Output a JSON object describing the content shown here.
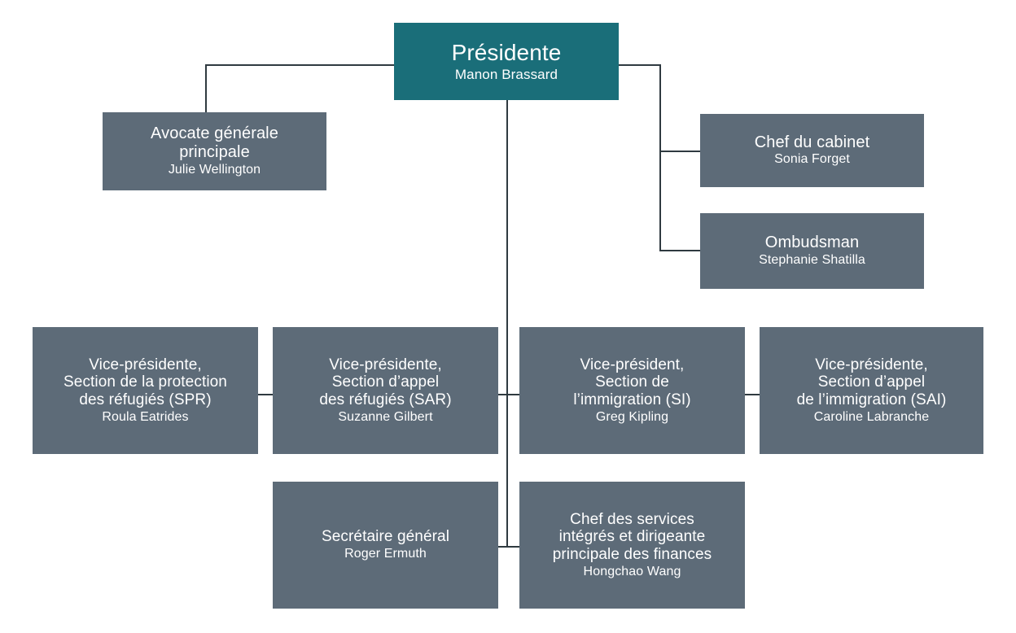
{
  "chart": {
    "kind": "organizational-chart",
    "language": "fr",
    "colors": {
      "root_box": "#1a6e79",
      "node_box": "#5d6b78",
      "connector": "#2f3a40",
      "text": "#ffffff",
      "background": "#ffffff"
    }
  },
  "nodes": {
    "president": {
      "title": "Présidente",
      "person": "Manon Brassard"
    },
    "general_counsel": {
      "title": "Avocate générale\nprincipale",
      "person": "Julie Wellington"
    },
    "chief_of_staff": {
      "title": "Chef du cabinet",
      "person": "Sonia Forget"
    },
    "ombudsman": {
      "title": "Ombudsman",
      "person": "Stephanie Shatilla"
    },
    "vp_spr": {
      "title": "Vice-présidente,\nSection de la protection\ndes réfugiés (SPR)",
      "person": "Roula Eatrides"
    },
    "vp_sar": {
      "title": "Vice-présidente,\nSection d’appel\ndes réfugiés (SAR)",
      "person": "Suzanne Gilbert"
    },
    "vp_si": {
      "title": "Vice-président,\nSection de\nl’immigration (SI)",
      "person": "Greg Kipling"
    },
    "vp_sai": {
      "title": "Vice-présidente,\nSection d’appel\nde l’immigration (SAI)",
      "person": "Caroline Labranche"
    },
    "secretary_general": {
      "title": "Secrétaire général",
      "person": "Roger Ermuth"
    },
    "cfo": {
      "title": "Chef des services\nintégrés et dirigeante\nprincipale des finances",
      "person": "Hongchao Wang"
    }
  }
}
